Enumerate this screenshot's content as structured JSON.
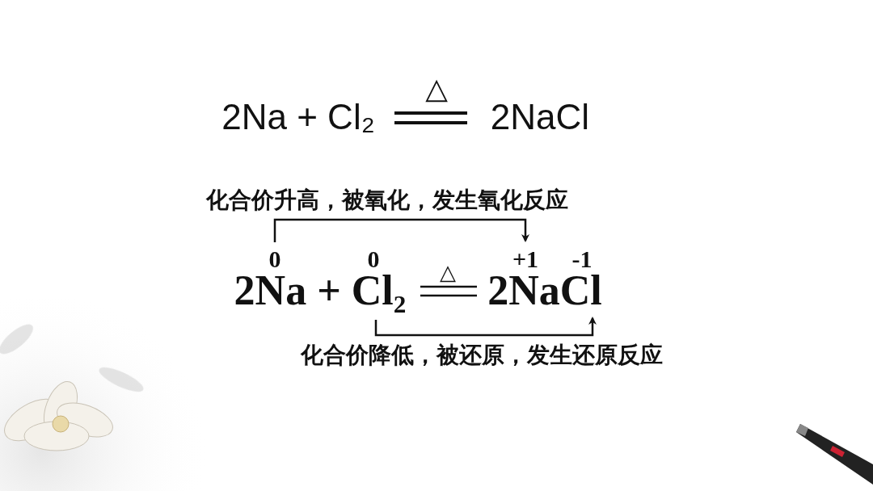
{
  "diagram": {
    "labels": [
      "2Na + Cl₂",
      "△",
      "2NaCl",
      "化合价升高，被氧化，发生氧化反应",
      "0",
      "0",
      "+1",
      "-1",
      "2Na + Cl₂",
      "△",
      "2NaCl",
      "化合价降低，被还原，发生还原反应"
    ]
  }
}
